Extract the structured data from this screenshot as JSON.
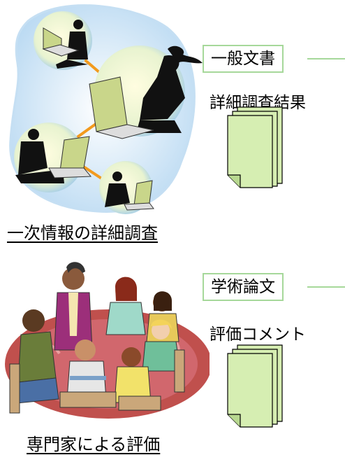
{
  "section1": {
    "category": "一般文書",
    "output": "詳細調査結果",
    "caption": "一次情報の詳細調査"
  },
  "section2": {
    "category": "学術論文",
    "output": "評価コメント",
    "caption": "専門家による評価"
  },
  "colors": {
    "tag_border": "#a6d89a",
    "document_fill": "#d6eeb2",
    "connector": "#f29a1e",
    "network_bg": "#cfe6f7",
    "meeting_table": "#c0504d"
  }
}
